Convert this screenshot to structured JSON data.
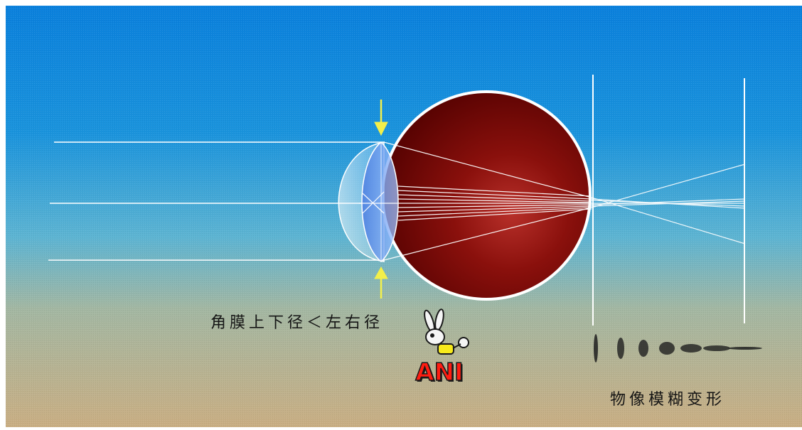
{
  "labels": {
    "cornea_caption": "角膜上下径＜左右径",
    "image_caption": "物像模糊变形",
    "logo_text": "ANI"
  },
  "colors": {
    "sky_top": "#0a7fd9",
    "sky_mid": "#4cb3dc",
    "ground": "#c2b287",
    "eyeball": "#7a0a08",
    "arrow": "#f2ef4a"
  }
}
